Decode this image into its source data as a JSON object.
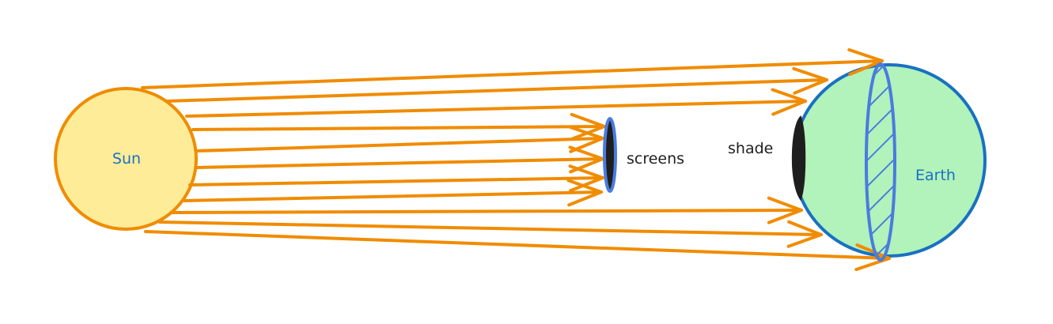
{
  "labels": {
    "sun": "Sun",
    "screens": "screens",
    "shade": "shade",
    "earth": "Earth"
  },
  "colors": {
    "ray": "#f08c00",
    "sun_fill": "#ffec99",
    "sun_stroke": "#f08c00",
    "earth_fill": "#b2f2bb",
    "earth_stroke": "#1971c2",
    "screen_stroke": "#4a7bdf",
    "screen_fill": "#1e1e1e",
    "hatch": "#4a7bdf",
    "sun_text": "#1971c2",
    "earth_text": "#1971c2",
    "text": "#1e1e1e"
  }
}
